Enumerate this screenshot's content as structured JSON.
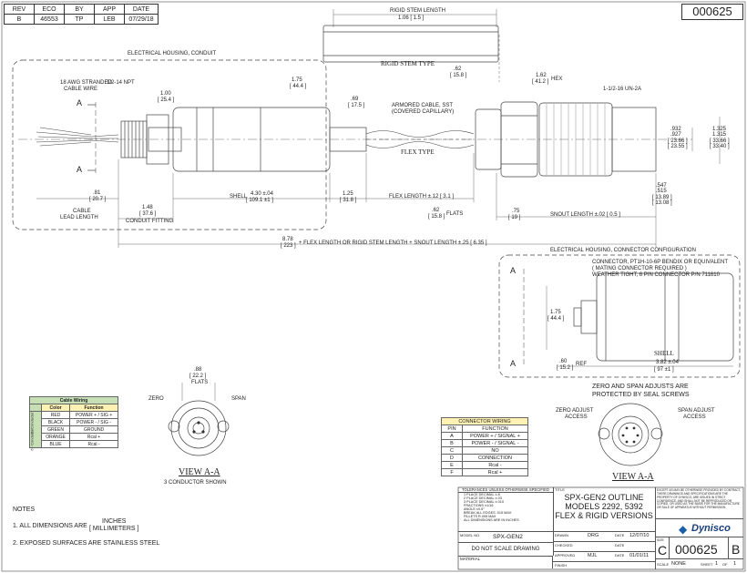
{
  "revision_block": {
    "headers": [
      "REV",
      "ECO",
      "BY",
      "APP",
      "DATE"
    ],
    "values": [
      "B",
      "46553",
      "TP",
      "LEB",
      "07/29/18"
    ]
  },
  "drawing_number_box": "000625",
  "labels": {
    "rigid_stem_length": "RIGID STEM LENGTH",
    "rigid_stem_length_dim": "1.06 [ 1.5 ]",
    "electrical_housing_conduit": "ELECTRICAL HOUSING, CONDUIT",
    "rigid_stem_type": "RIGID STEM TYPE",
    "stem_dia": ".62",
    "stem_dia_mm": "[ 15.8 ]",
    "awg_wire_1": "18 AWG STRANDED",
    "awg_wire_2": "CABLE WIRE",
    "npt": "1/2-14 NPT",
    "dia_175": "1.75",
    "dia_175_mm": "[ 44.4 ]",
    "dia_100": "1.00",
    "dia_100_mm": "[ 25.4 ]",
    "dia_69": ".69",
    "dia_69_mm": "[ 17.5 ]",
    "armored_cable_1": "ARMORED CABLE, SST",
    "armored_cable_2": "(COVERED CAPILLARY)",
    "hex": "1.62",
    "hex_mm": "[ 41.2 ]",
    "hex_label": "HEX",
    "thread": "1-1/2-16 UN-2A",
    "flex_type": "FLEX TYPE",
    "dia_932": ".932",
    "dia_927": ".927",
    "dia_932_mm": "[ 23.66 ]",
    "dia_927_mm": "[ 23.55 ]",
    "dia_1325": "1.325",
    "dia_1315": "1.315",
    "dia_1325_mm": "[ 33.66 ]",
    "dia_1315_mm": "[ 33.40 ]",
    "dim_547": ".547",
    "dim_515": ".515",
    "dim_547_mm": "[ 13.89 ]",
    "dim_515_mm": "[ 13.08 ]",
    "cable_len": ".81",
    "cable_len_mm": "[ 20.7 ]",
    "cable_lead_1": "CABLE",
    "cable_lead_2": "LEAD LENGTH",
    "conduit_len": "1.48",
    "conduit_len_mm": "[ 37.6 ]",
    "conduit_fitting": "CONDUIT FITTING",
    "shell": "SHELL",
    "shell_dim": "4.30 ±.04",
    "shell_dim_mm": "[ 109.1 ±1 ]",
    "dim_125": "1.25",
    "dim_125_mm": "[ 31.8 ]",
    "flex_length": "FLEX LENGTH ±.12 [ 3.1 ]",
    "flats_dim": ".62",
    "flats_dim_mm": "[ 15.8 ]",
    "flats": "FLATS",
    "dim_75": ".75",
    "dim_75_mm": "[ 19 ]",
    "snout_length": "SNOUT LENGTH ±.02 [ 0.5 ]",
    "overall_dim": "8.78",
    "overall_dim_mm": "[ 223 ]",
    "overall_formula": "+ FLEX LENGTH OR RIGID STEM LENGTH  +  SNOUT LENGTH ±.25 [ 6.35 ]",
    "section_a": "A",
    "electrical_housing_connector": "ELECTRICAL HOUSING, CONNECTOR CONFIGURATION",
    "connector_1": "CONNECTOR, PT1H-10-6P BENDIX OR EQUIVALENT",
    "connector_2": "( MATING CONNECTOR REQUIRED )",
    "connector_3": "WEATHER TIGHT, 6 PIN CONNECTOR  P/N 711610",
    "conn_dia": "1.75",
    "conn_dia_mm": "[ 44.4 ]",
    "ref_dim": ".60",
    "ref_dim_mm": "[ 15.2 ]",
    "ref": "REF",
    "conn_shell": "SHELL",
    "conn_shell_dim": "3.82 ±.04",
    "conn_shell_dim_mm": "[ 97 ±1 ]",
    "flats_view_dim": ".88",
    "flats_view_dim_mm": "[ 22.2 ]",
    "flats_view": "FLATS",
    "zero": "ZERO",
    "span": "SPAN",
    "view_aa": "VIEW A-A",
    "three_conductor": "3 CONDUCTOR SHOWN",
    "zero_span_1": "ZERO AND SPAN ADJUSTS ARE",
    "zero_span_2": "PROTECTED BY SEAL SCREWS",
    "zero_adjust_1": "ZERO ADJUST",
    "zero_adjust_2": "ACCESS",
    "span_adjust_1": "SPAN ADJUST",
    "span_adjust_2": "ACCESS",
    "view_aa_2": "VIEW A-A",
    "notes": "NOTES",
    "note1a": "1. ALL DIMENSIONS ARE",
    "note1b": "INCHES",
    "note1c": "[ MILLIMETERS ]",
    "note2": "2. EXPOSED SURFACES ARE STAINLESS STEEL"
  },
  "cable_wiring": {
    "title": "Cable Wiring",
    "headers": [
      "Color",
      "Function"
    ],
    "group3": "3 - Conductor",
    "group6": "6 - Conductor",
    "rows": [
      [
        "RED",
        "POWER + / SIG +"
      ],
      [
        "BLACK",
        "POWER - / SIG -"
      ],
      [
        "GREEN",
        "GROUND"
      ],
      [
        "ORANGE",
        "Rcal +"
      ],
      [
        "BLUE",
        "Rcal -"
      ]
    ]
  },
  "connector_wiring": {
    "title": "CONNECTOR WIRING",
    "headers": [
      "PIN",
      "FUNCTION"
    ],
    "rows": [
      [
        "A",
        "POWER + / SIGNAL +"
      ],
      [
        "B",
        "POWER - / SIGNAL -"
      ],
      [
        "C",
        "NO"
      ],
      [
        "D",
        "CONNECTION"
      ],
      [
        "E",
        "Rcal -"
      ],
      [
        "F",
        "Rcal +"
      ]
    ]
  },
  "title_block": {
    "tolerances": "TOLERANCES UNLESS OTHERWISE SPECIFIED",
    "tol_lines": [
      "1 PLACE DECIMAL ±.8",
      "2 PLACE DECIMAL ±.03",
      "3 PLACE DECIMAL ±.010",
      "FRACTIONS ±1/16",
      "ANGLE ±0.5°",
      "BREAK ALL EDGES .015 MAX",
      "FILLETS R.005 MAX",
      "ALL DIMENSIONS ARE IN INCHES"
    ],
    "title_label": "TITLE",
    "title_1": "SPX-GEN2 OUTLINE",
    "title_2": "MODELS 2292, 5392",
    "title_3": "FLEX & RIGID VERSIONS",
    "model_label": "MODEL NO.",
    "model": "SPX-GEN2",
    "do_not_scale": "DO NOT SCALE DRAWING",
    "material": "MATERIAL",
    "drawn_label": "DRAWN",
    "drawn": "DRG",
    "date_label": "DATE",
    "drawn_date": "12/07/10",
    "checked_label": "CHECKED",
    "approved_label": "APPROVED",
    "approved": "MJL",
    "approved_date": "01/01/11",
    "finish_label": "FINISH",
    "size_label": "SIZE",
    "size": "C",
    "dwg_no": "000625",
    "rev": "B",
    "scale_label": "SCALE",
    "scale": "NONE",
    "sheet_label": "SHEET",
    "sheet": "1",
    "of": "OF",
    "sheet_total": "1",
    "company": "Dynisco",
    "proprietary": "EXCEPT AS MAY BE OTHERWISE PROVIDED BY CONTRACT, THESE DRAWINGS AND SPECIFICATIONS ARE THE PROPERTY OF DYNISCO, ARE ISSUED IN STRICT CONFIDENCE, AND SHALL NOT BE REPRODUCED OR COPIED, OR USED AS THE BASIS FOR THE MANUFACTURE OR SALE OF APPARATUS WITHOUT PERMISSION."
  }
}
